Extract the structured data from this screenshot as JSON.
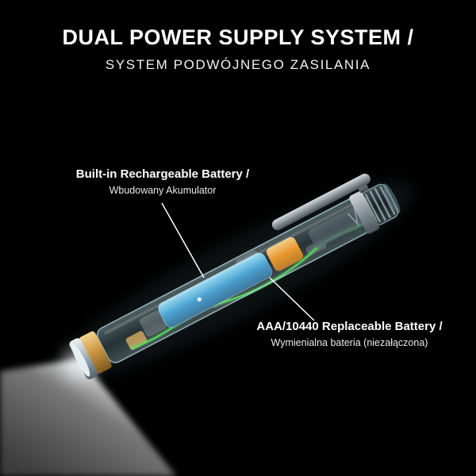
{
  "title": {
    "line1": "DUAL POWER SUPPLY SYSTEM /",
    "line2": "SYSTEM PODWÓJNEGO ZASILANIA"
  },
  "callouts": [
    {
      "id": "built-in-rechargeable",
      "line1": "Built-in Rechargeable Battery /",
      "line2": "Wbudowany Akumulator"
    },
    {
      "id": "aaa-replaceable",
      "line1": "AAA/10440 Replaceable Battery /",
      "line2": "Wymienialna bateria (niezałączona)"
    }
  ],
  "illustration": {
    "subject": "transparent penlight flashlight cutaway with internal rechargeable battery, pocket clip and light beam",
    "colors": {
      "background": "#000000",
      "tube_tint": "#bfe6f0",
      "battery_blue": "#47a3d4",
      "battery_orange": "#f0921e",
      "head_gold": "#c8923f",
      "metal_gray": "#8b959c",
      "wire_green": "#3fe23f",
      "beam_gray": "#9c9c9c",
      "callout_line": "#ffffff"
    }
  }
}
